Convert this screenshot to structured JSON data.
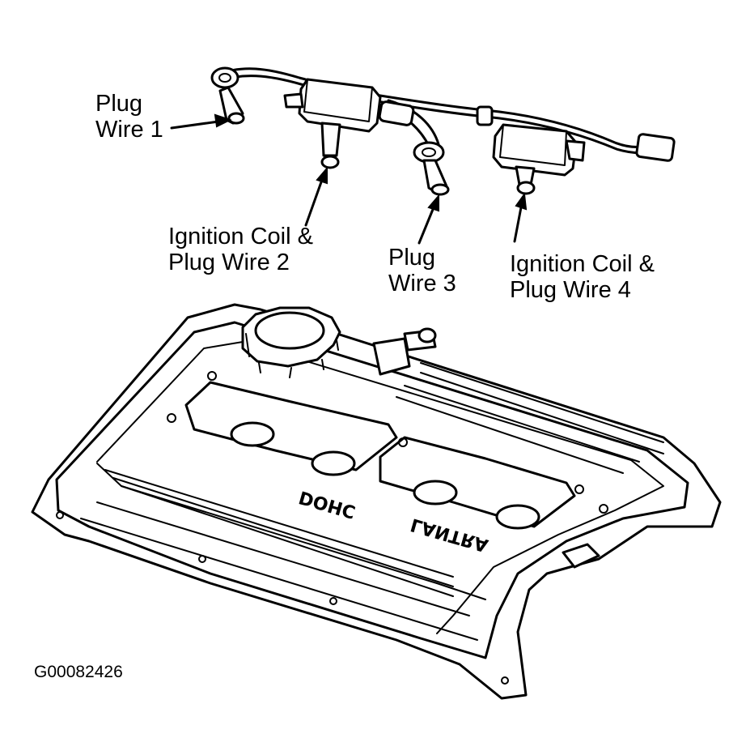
{
  "labels": {
    "plug_wire_1": [
      "Plug",
      "Wire 1"
    ],
    "coil_wire_2": [
      "Ignition Coil &",
      "Plug Wire 2"
    ],
    "plug_wire_3": [
      "Plug",
      "Wire 3"
    ],
    "coil_wire_4": [
      "Ignition Coil &",
      "Plug Wire 4"
    ]
  },
  "cover_markings": {
    "left": "DOHC",
    "right": "LANTRA"
  },
  "figure_id": "G00082426"
}
